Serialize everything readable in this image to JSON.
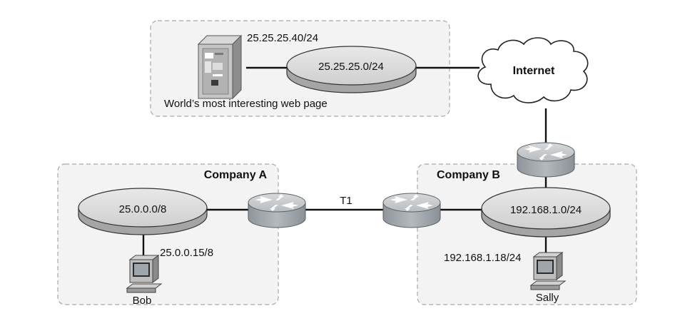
{
  "zones": {
    "company_a": "Company A",
    "company_b": "Company B"
  },
  "networks": {
    "web_segment": "25.25.25.0/24",
    "company_a_segment": "25.0.0.0/8",
    "company_b_segment": "192.168.1.0/24"
  },
  "hosts": {
    "web_server_ip": "25.25.25.40/24",
    "web_server_caption": "World’s most interesting web page",
    "bob_ip": "25.0.0.15/8",
    "bob_name": "Bob",
    "sally_ip": "192.168.1.18/24",
    "sally_name": "Sally"
  },
  "cloud": {
    "label": "Internet"
  },
  "links": {
    "wan_link": "T1"
  },
  "colors": {
    "zone_fill": "#f3f3f3",
    "zone_border": "#a8a8a8",
    "device_gray": "#a9aeb2",
    "line": "#111111"
  }
}
